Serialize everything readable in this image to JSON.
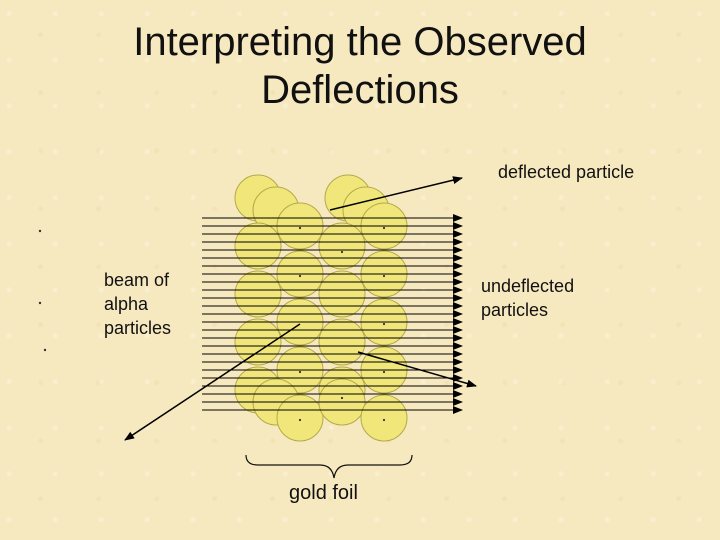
{
  "slide": {
    "title_line1": "Interpreting the Observed",
    "title_line2": "Deflections"
  },
  "labels": {
    "deflected": "deflected particle",
    "beam_line1": "beam of",
    "beam_line2": "alpha",
    "beam_line3": "particles",
    "undeflected_line1": "undeflected",
    "undeflected_line2": "particles",
    "foil": "gold foil"
  },
  "colors": {
    "background": "#f7e9bf",
    "atom_fill": "#f1e67a",
    "atom_stroke": "#b3a94a",
    "line": "#000000"
  }
}
